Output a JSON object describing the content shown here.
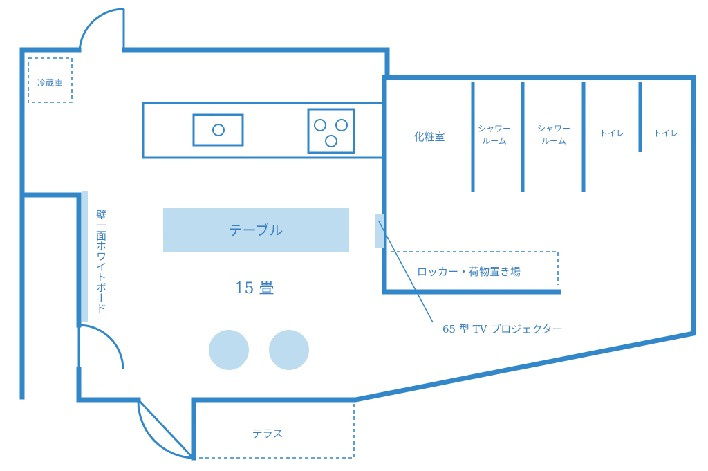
{
  "labels": {
    "fridge": "冷蔵庫",
    "powder_room": "化粧室",
    "shower1_line1": "シャワー",
    "shower1_line2": "ルーム",
    "shower2_line1": "シャワー",
    "shower2_line2": "ルーム",
    "toilet1": "トイレ",
    "toilet2": "トイレ",
    "table": "テーブル",
    "room_size": "15 畳",
    "whiteboard": "壁一面ホワイトボード",
    "locker": "ロッカー・荷物置き場",
    "projector": "65 型 TV プロジェクター",
    "terrace": "テラス"
  },
  "colors": {
    "wall": "#3187c8",
    "furniture": "#bddcf0",
    "text": "#3a7fbf"
  }
}
